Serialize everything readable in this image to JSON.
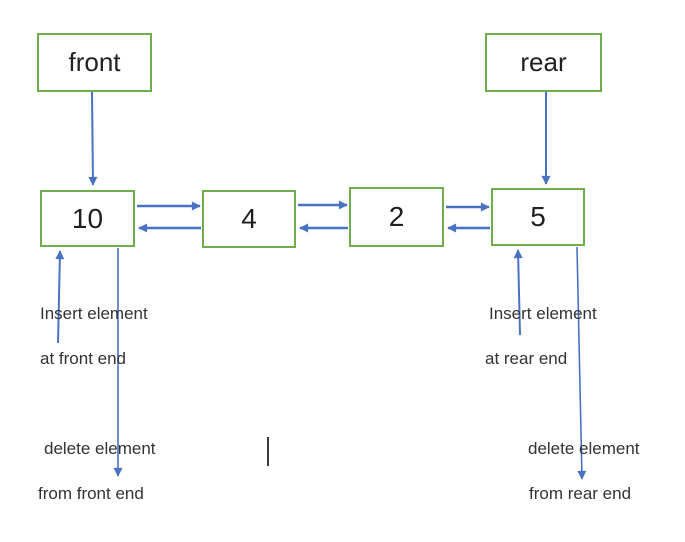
{
  "diagram": {
    "kind": "deque-doubly-linked-list",
    "pointers": {
      "front": "front",
      "rear": "rear"
    },
    "nodes": [
      "10",
      "4",
      "2",
      "5"
    ],
    "labels": {
      "insert_front": [
        "Insert element",
        "at front end"
      ],
      "delete_front": [
        "delete element",
        "from front end"
      ],
      "insert_rear": [
        "Insert element",
        "at rear end"
      ],
      "delete_rear": [
        "delete element",
        "from rear end"
      ]
    },
    "colors": {
      "box_border": "#6fad4c",
      "arrow": "#4a72c4",
      "text": "#333333"
    }
  }
}
